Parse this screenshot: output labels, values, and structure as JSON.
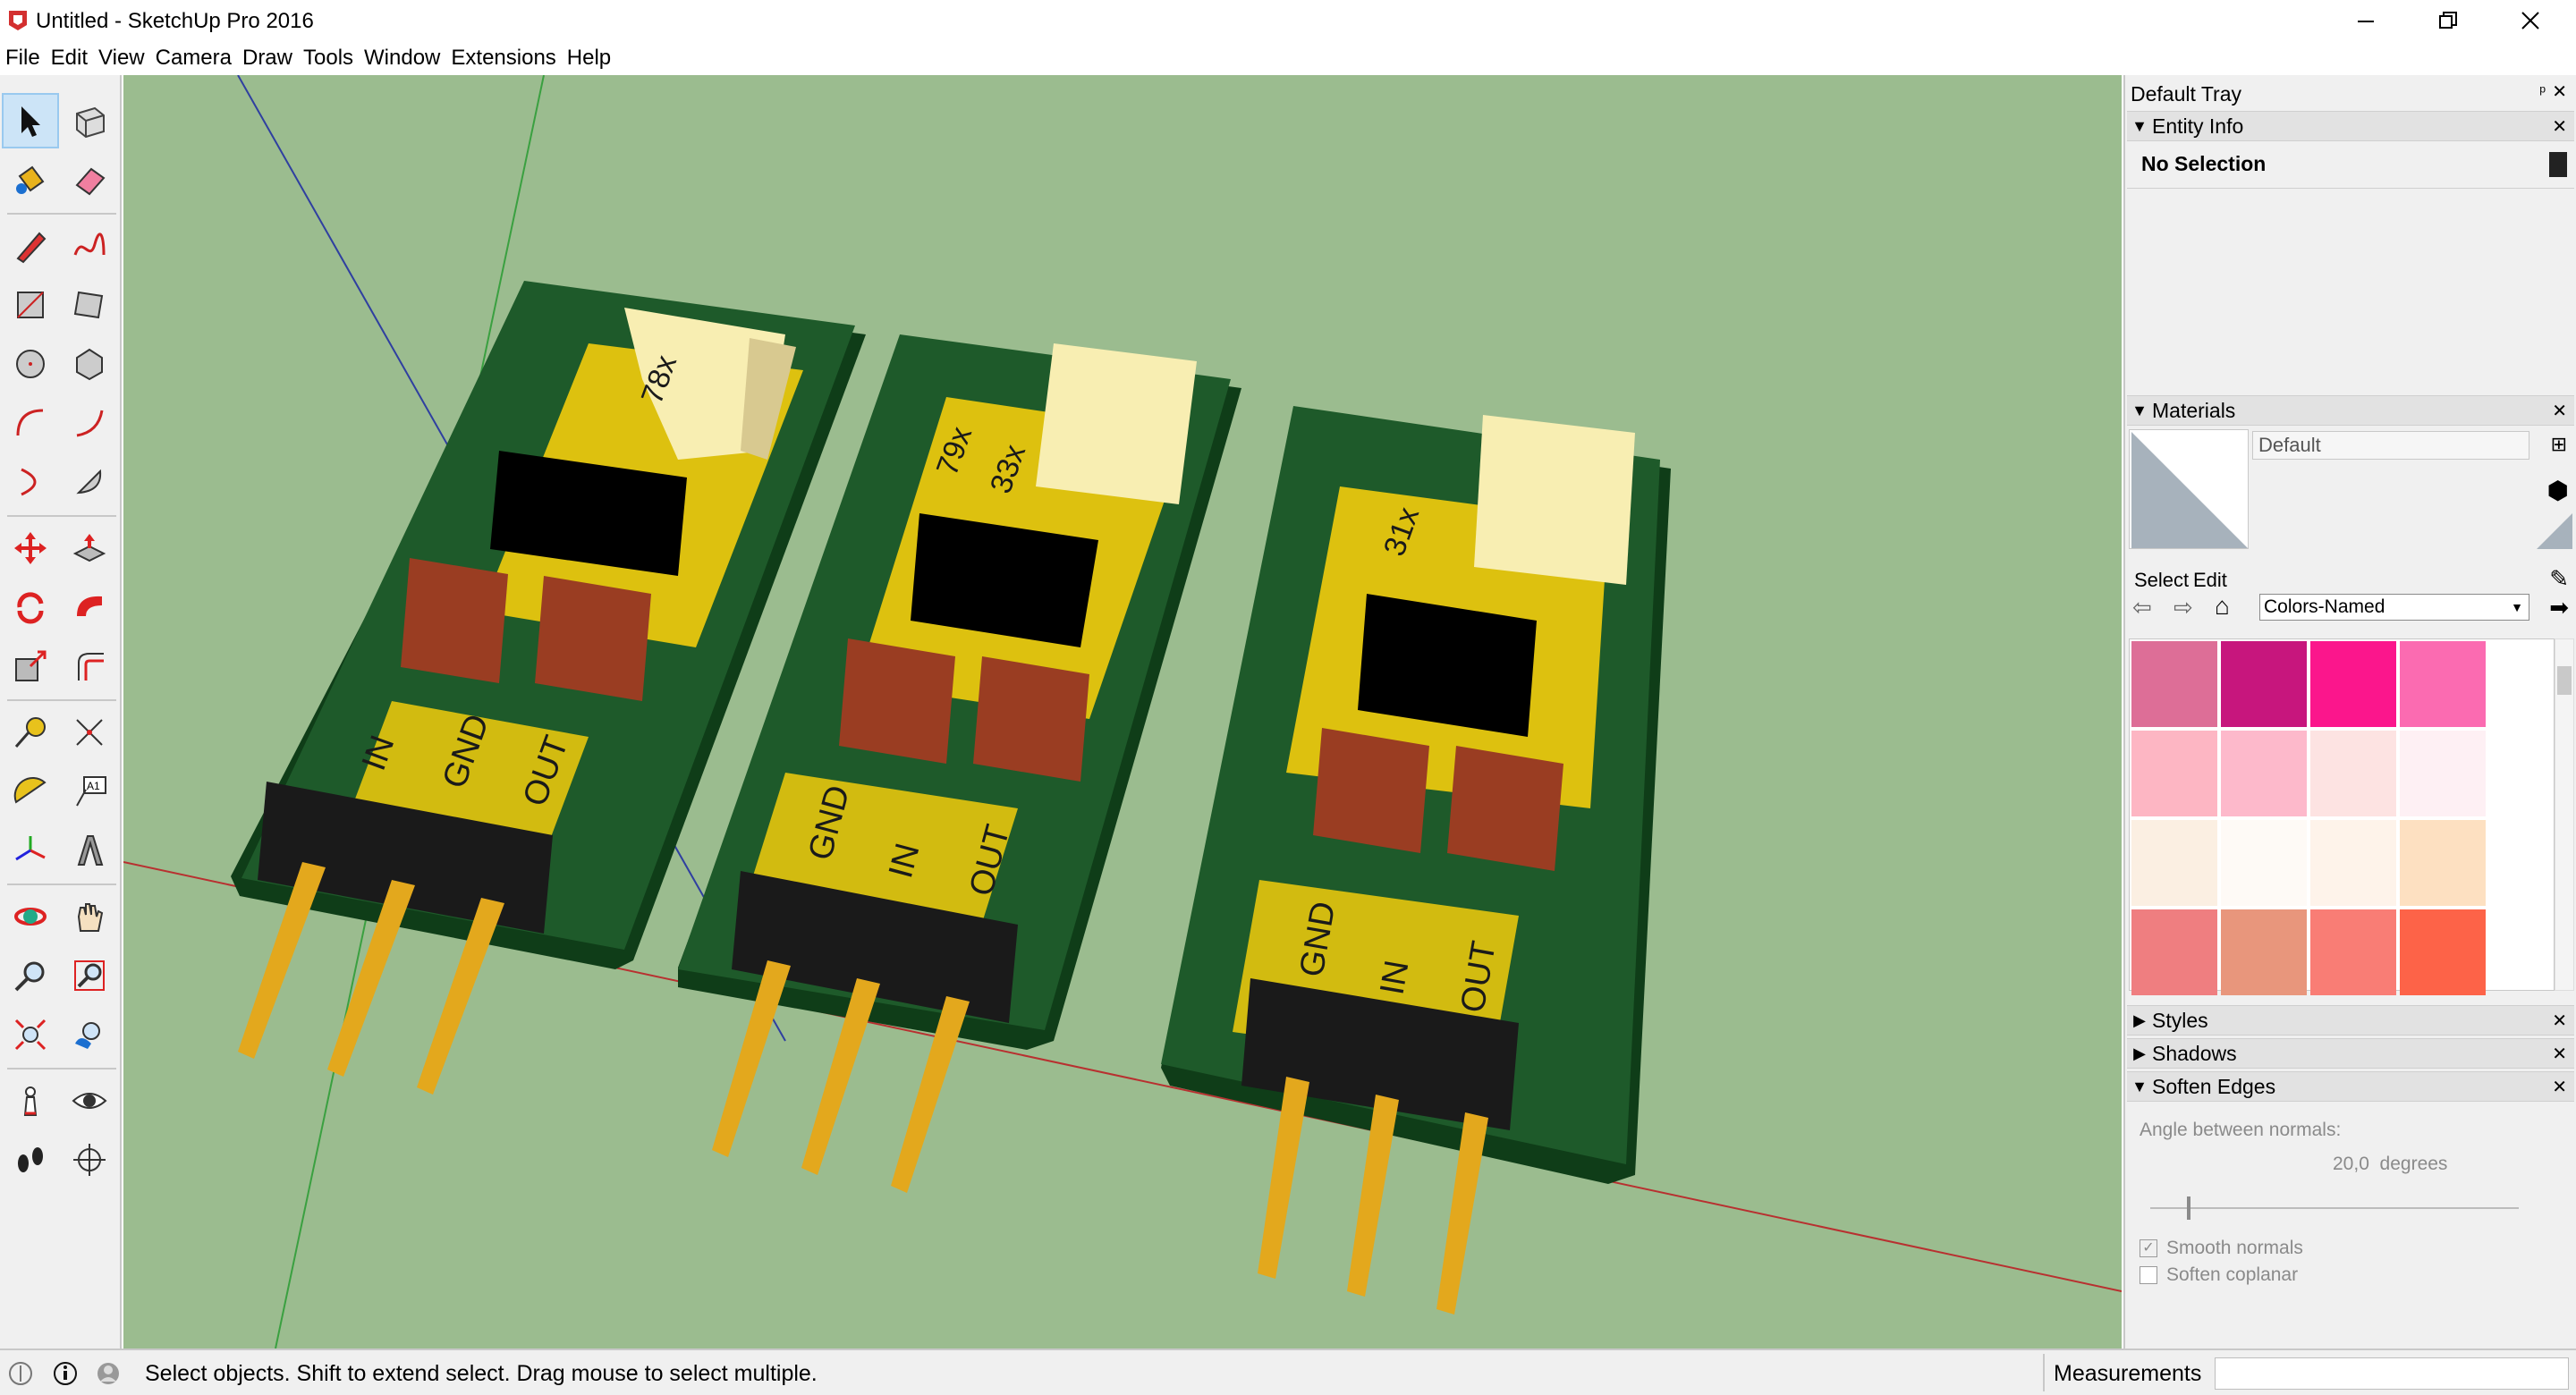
{
  "window": {
    "title": "Untitled - SketchUp Pro 2016",
    "minimize_icon": "minimize-icon",
    "restore_icon": "restore-icon",
    "close_icon": "close-icon"
  },
  "menu": [
    "File",
    "Edit",
    "View",
    "Camera",
    "Draw",
    "Tools",
    "Window",
    "Extensions",
    "Help"
  ],
  "toolbar": {
    "tools": [
      "select-icon",
      "component-icon",
      "paint-bucket-icon",
      "eraser-icon",
      "pencil-icon",
      "freehand-icon",
      "rectangle-icon",
      "rotated-rectangle-icon",
      "circle-icon",
      "polygon-icon",
      "arc-icon",
      "two-point-arc-icon",
      "three-point-arc-icon",
      "pie-icon",
      "move-icon",
      "push-pull-icon",
      "rotate-icon",
      "follow-me-icon",
      "scale-icon",
      "offset-icon",
      "tape-measure-icon",
      "dimension-icon",
      "protractor-icon",
      "text-icon",
      "axes-icon",
      "3d-text-icon",
      "orbit-icon",
      "pan-icon",
      "zoom-icon",
      "zoom-window-icon",
      "zoom-extents-icon",
      "previous-view-icon",
      "position-camera-icon",
      "look-around-icon",
      "walk-icon",
      "section-plane-icon"
    ],
    "text_tool_label": "A1"
  },
  "viewport": {
    "background": "#9bbc8f",
    "boards": [
      {
        "labels": [
          "IN",
          "GND",
          "OUT"
        ],
        "silk": [
          "78x"
        ]
      },
      {
        "labels": [
          "GND",
          "IN",
          "OUT"
        ],
        "silk": [
          "79x",
          "33x"
        ]
      },
      {
        "labels": [
          "GND",
          "IN",
          "OUT"
        ],
        "silk": [
          "31x"
        ]
      }
    ],
    "colors": {
      "pcb": "#1e5a2a",
      "copper": "#f2cc0c",
      "header": "#1a1a1a",
      "pin": "#e3a81d",
      "cap": "#9a3d22",
      "box": "#f8eeb2"
    }
  },
  "tray": {
    "title": "Default Tray",
    "entity_info": {
      "label": "Entity Info",
      "selection": "No Selection"
    },
    "materials": {
      "label": "Materials",
      "name_value": "Default",
      "tab_select": "Select",
      "tab_edit": "Edit",
      "library": "Colors-Named",
      "swatches": [
        "#dd6e97",
        "#c7167d",
        "#fb168c",
        "#fb6bb1",
        "#fdb6c3",
        "#fdb9cb",
        "#fde3e2",
        "#fef0f4",
        "#fbefe2",
        "#fefaf6",
        "#fef3ea",
        "#fde0c1",
        "#ef7e80",
        "#e8967c",
        "#f97d75",
        "#fd6348"
      ]
    },
    "styles": {
      "label": "Styles"
    },
    "shadows": {
      "label": "Shadows"
    },
    "soften_edges": {
      "label": "Soften Edges",
      "angle_label": "Angle between normals:",
      "angle_value": "20,0  degrees",
      "angle_level": 0.1,
      "smooth_normals": "Smooth normals",
      "smooth_checked": true,
      "soften_coplanar": "Soften coplanar",
      "coplanar_checked": false
    }
  },
  "status": {
    "message": "Select objects. Shift to extend select. Drag mouse to select multiple.",
    "measurements_label": "Measurements",
    "measurements_value": ""
  }
}
